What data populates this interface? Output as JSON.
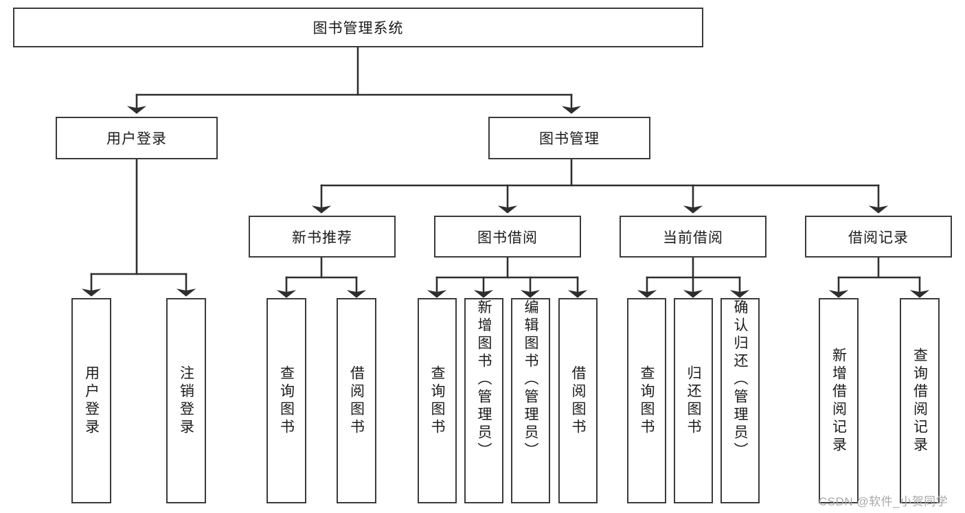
{
  "diagram": {
    "title": "图书管理系统",
    "type": "hierarchy-tree",
    "root": {
      "id": "root",
      "label": "图书管理系统",
      "orientation": "horizontal"
    },
    "level2": [
      {
        "id": "user-login",
        "label": "用户登录",
        "orientation": "horizontal"
      },
      {
        "id": "book-manage",
        "label": "图书管理",
        "orientation": "horizontal"
      }
    ],
    "level3": [
      {
        "id": "new-book-recommend",
        "label": "新书推荐",
        "orientation": "horizontal"
      },
      {
        "id": "book-borrow",
        "label": "图书借阅",
        "orientation": "horizontal"
      },
      {
        "id": "current-borrow",
        "label": "当前借阅",
        "orientation": "horizontal"
      },
      {
        "id": "borrow-record",
        "label": "借阅记录",
        "orientation": "horizontal"
      }
    ],
    "leaves": [
      {
        "id": "leaf-user-login",
        "label": "用户登录",
        "parent": "user-login",
        "orientation": "vertical"
      },
      {
        "id": "leaf-logout-login",
        "label": "注销登录",
        "parent": "user-login",
        "orientation": "vertical"
      },
      {
        "id": "leaf-query-book-1",
        "label": "查询图书",
        "parent": "new-book-recommend",
        "orientation": "vertical"
      },
      {
        "id": "leaf-borrow-book-1",
        "label": "借阅图书",
        "parent": "new-book-recommend",
        "orientation": "vertical"
      },
      {
        "id": "leaf-query-book-2",
        "label": "查询图书",
        "parent": "book-borrow",
        "orientation": "vertical"
      },
      {
        "id": "leaf-add-book",
        "label": "新增图书（管理员）",
        "parent": "book-borrow",
        "orientation": "vertical"
      },
      {
        "id": "leaf-edit-book",
        "label": "编辑图书（管理员）",
        "parent": "book-borrow",
        "orientation": "vertical"
      },
      {
        "id": "leaf-borrow-book-2",
        "label": "借阅图书",
        "parent": "book-borrow",
        "orientation": "vertical"
      },
      {
        "id": "leaf-query-book-3",
        "label": "查询图书",
        "parent": "current-borrow",
        "orientation": "vertical"
      },
      {
        "id": "leaf-return-book",
        "label": "归还图书",
        "parent": "current-borrow",
        "orientation": "vertical"
      },
      {
        "id": "leaf-confirm-return",
        "label": "确认归还（管理员）",
        "parent": "current-borrow",
        "orientation": "vertical"
      },
      {
        "id": "leaf-add-record",
        "label": "新增借阅记录",
        "parent": "borrow-record",
        "orientation": "vertical"
      },
      {
        "id": "leaf-query-record",
        "label": "查询借阅记录",
        "parent": "borrow-record",
        "orientation": "vertical"
      }
    ],
    "colors": {
      "stroke": "#3a3a3a",
      "text": "#1b1b1b",
      "background": "#ffffff",
      "watermark": "#a8a8a8"
    }
  },
  "watermark": {
    "text": "CSDN @软件_小贺同学"
  }
}
